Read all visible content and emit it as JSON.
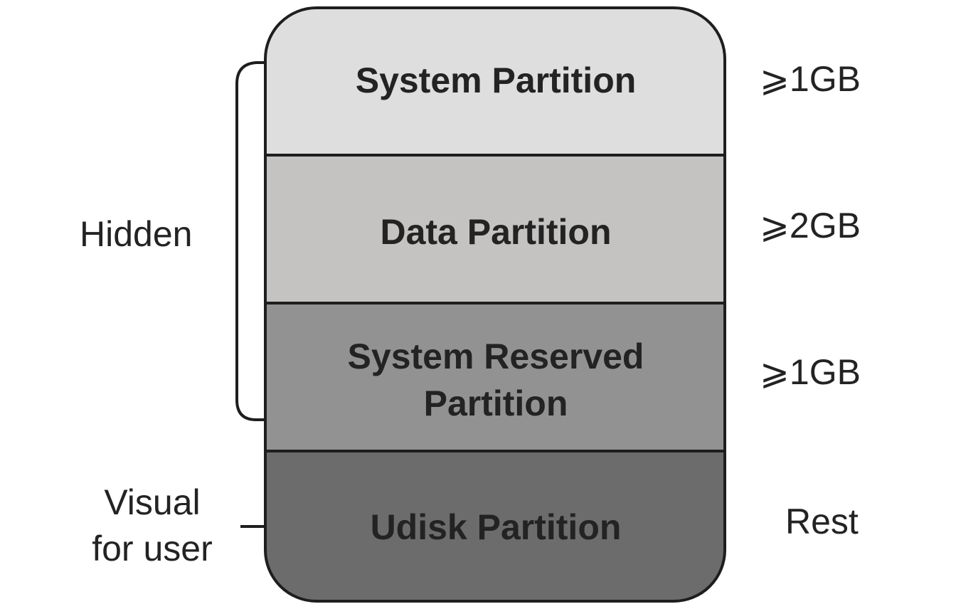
{
  "partitions": [
    {
      "label_lines": [
        "System Partition"
      ],
      "size": "⩾1GB",
      "color": "#dedede"
    },
    {
      "label_lines": [
        "Data Partition"
      ],
      "size": "⩾2GB",
      "color": "#c4c3c1"
    },
    {
      "label_lines": [
        "System Reserved",
        "Partition"
      ],
      "size": "⩾1GB",
      "color": "#939293"
    },
    {
      "label_lines": [
        "Udisk Partition"
      ],
      "size": "Rest",
      "color": "#6c6c6c"
    }
  ],
  "groups": {
    "hidden": "Hidden",
    "visual_line1": "Visual",
    "visual_line2": "for user"
  }
}
